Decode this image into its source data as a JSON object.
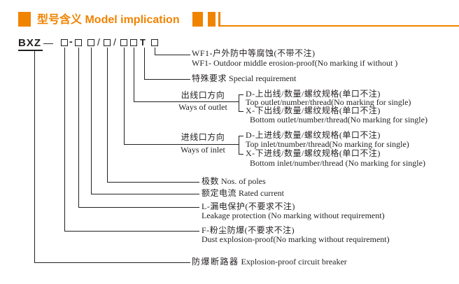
{
  "header": {
    "title_zh": "型号含义",
    "title_en": "Model implication"
  },
  "model": {
    "prefix": "BXZ",
    "dash": "—",
    "hyphen": "-",
    "slash1": "/",
    "slash2": "/",
    "t_marker": "T"
  },
  "labels": {
    "wf1_zh": "WF1-户外防中等腐蚀(不带不注)",
    "wf1_en": "WF1- Outdoor middle erosion-proof(No marking  if without )",
    "special_zh": "特殊要求",
    "special_en": "Special requirement",
    "outlet_label_zh": "出线口方向",
    "outlet_label_en": "Ways of outlet",
    "outlet_d_zh": "D-上出线/数量/螺纹规格(单口不注)",
    "outlet_d_en": "Top outlet/number/thread(No marking for single)",
    "outlet_x_zh": "X-下出线/数量/螺纹规格(单口不注)",
    "outlet_x_en": "Bottom outlet/number/thread(No marking  for single)",
    "inlet_label_zh": "进线口方向",
    "inlet_label_en": "Ways of inlet",
    "inlet_d_zh": "D-上进线/数量/螺纹规格(单口不注)",
    "inlet_d_en": "Top inlet/tnumber/thread(No marking for single)",
    "inlet_x_zh": "X-下进线/数量/螺纹规格(单口不注)",
    "inlet_x_en": "Bottom inlet/number/thread (No marking for single)",
    "poles_zh": "极数",
    "poles_en": "Nos. of poles",
    "rated_zh": "额定电流",
    "rated_en": "Rated current",
    "leakage_zh": "L-漏电保护(不要求不注)",
    "leakage_en": "Leakage protection (No marking without requirement)",
    "dust_zh": "F-粉尘防爆(不要求不注)",
    "dust_en": "Dust explosion-proof(No marking without requirement)",
    "breaker_zh": "防爆断路器",
    "breaker_en": "Explosion-proof circuit breaker"
  },
  "colors": {
    "accent": "#F08300",
    "text": "#231F20",
    "line": "#231F20"
  }
}
